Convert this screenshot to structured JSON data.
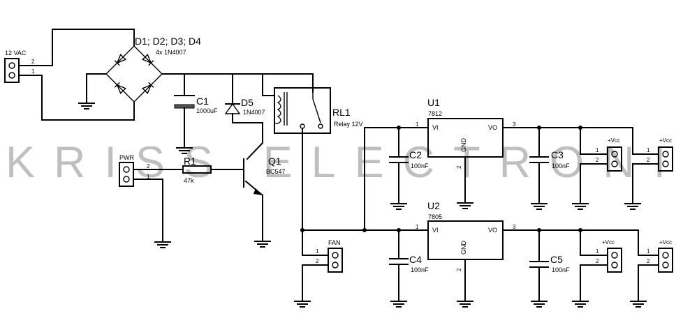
{
  "watermark": "KRISS ELECTRONICS",
  "components": {
    "input": {
      "label": "12 VAC",
      "pin2": "2",
      "pin1": "1"
    },
    "bridge": {
      "ref": "D1; D2; D3; D4",
      "value": "4x 1N4007"
    },
    "c1": {
      "ref": "C1",
      "value": "1000uF"
    },
    "d5": {
      "ref": "D5",
      "value": "1N4007"
    },
    "rl1": {
      "ref": "RL1",
      "value": "Relay 12V"
    },
    "q1": {
      "ref": "Q1",
      "value": "BC547"
    },
    "r1": {
      "ref": "R1",
      "value": "47k"
    },
    "pwr": {
      "label": "PWR",
      "pin2": "2",
      "pin1": "1"
    },
    "fan": {
      "label": "FAN",
      "pin1": "1",
      "pin2": "2"
    },
    "u1": {
      "ref": "U1",
      "value": "7812",
      "vi": "VI",
      "vo": "VO",
      "gnd": "GND",
      "pin1": "1",
      "pin2": "2",
      "pin3": "3"
    },
    "u2": {
      "ref": "U2",
      "value": "7805",
      "vi": "VI",
      "vo": "VO",
      "gnd": "GND",
      "pin1": "1",
      "pin2": "2",
      "pin3": "3"
    },
    "c2": {
      "ref": "C2",
      "value": "100nF"
    },
    "c3": {
      "ref": "C3",
      "value": "100nF"
    },
    "c4": {
      "ref": "C4",
      "value": "100nF"
    },
    "c5": {
      "ref": "C5",
      "value": "100nF"
    },
    "out12a": {
      "label": "+Vcc",
      "pin1": "1",
      "pin2": "2"
    },
    "out12b": {
      "label": "+Vcc",
      "pin1": "1",
      "pin2": "2"
    },
    "out5a": {
      "label": "+Vcc",
      "pin1": "1",
      "pin2": "2"
    },
    "out5b": {
      "label": "+Vcc",
      "pin1": "1",
      "pin2": "2"
    }
  }
}
